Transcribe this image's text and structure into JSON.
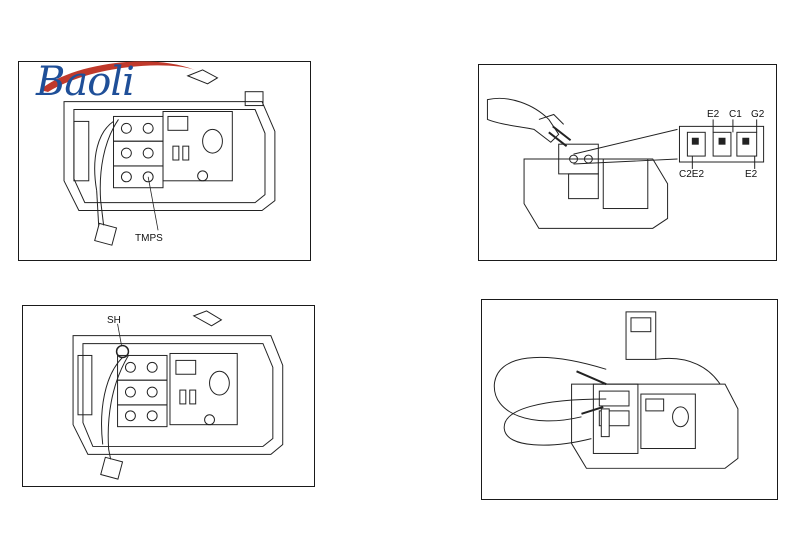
{
  "logo": {
    "text": "Baoli",
    "colors": {
      "text": "#1f4f98",
      "swoosh": "#c0392b"
    }
  },
  "panels": [
    {
      "labels": [
        "TMPS"
      ]
    },
    {
      "labels": [
        "E2",
        "C1",
        "G2",
        "C2E2",
        "E2"
      ]
    },
    {
      "labels": [
        "SH"
      ]
    },
    {
      "labels": []
    }
  ]
}
